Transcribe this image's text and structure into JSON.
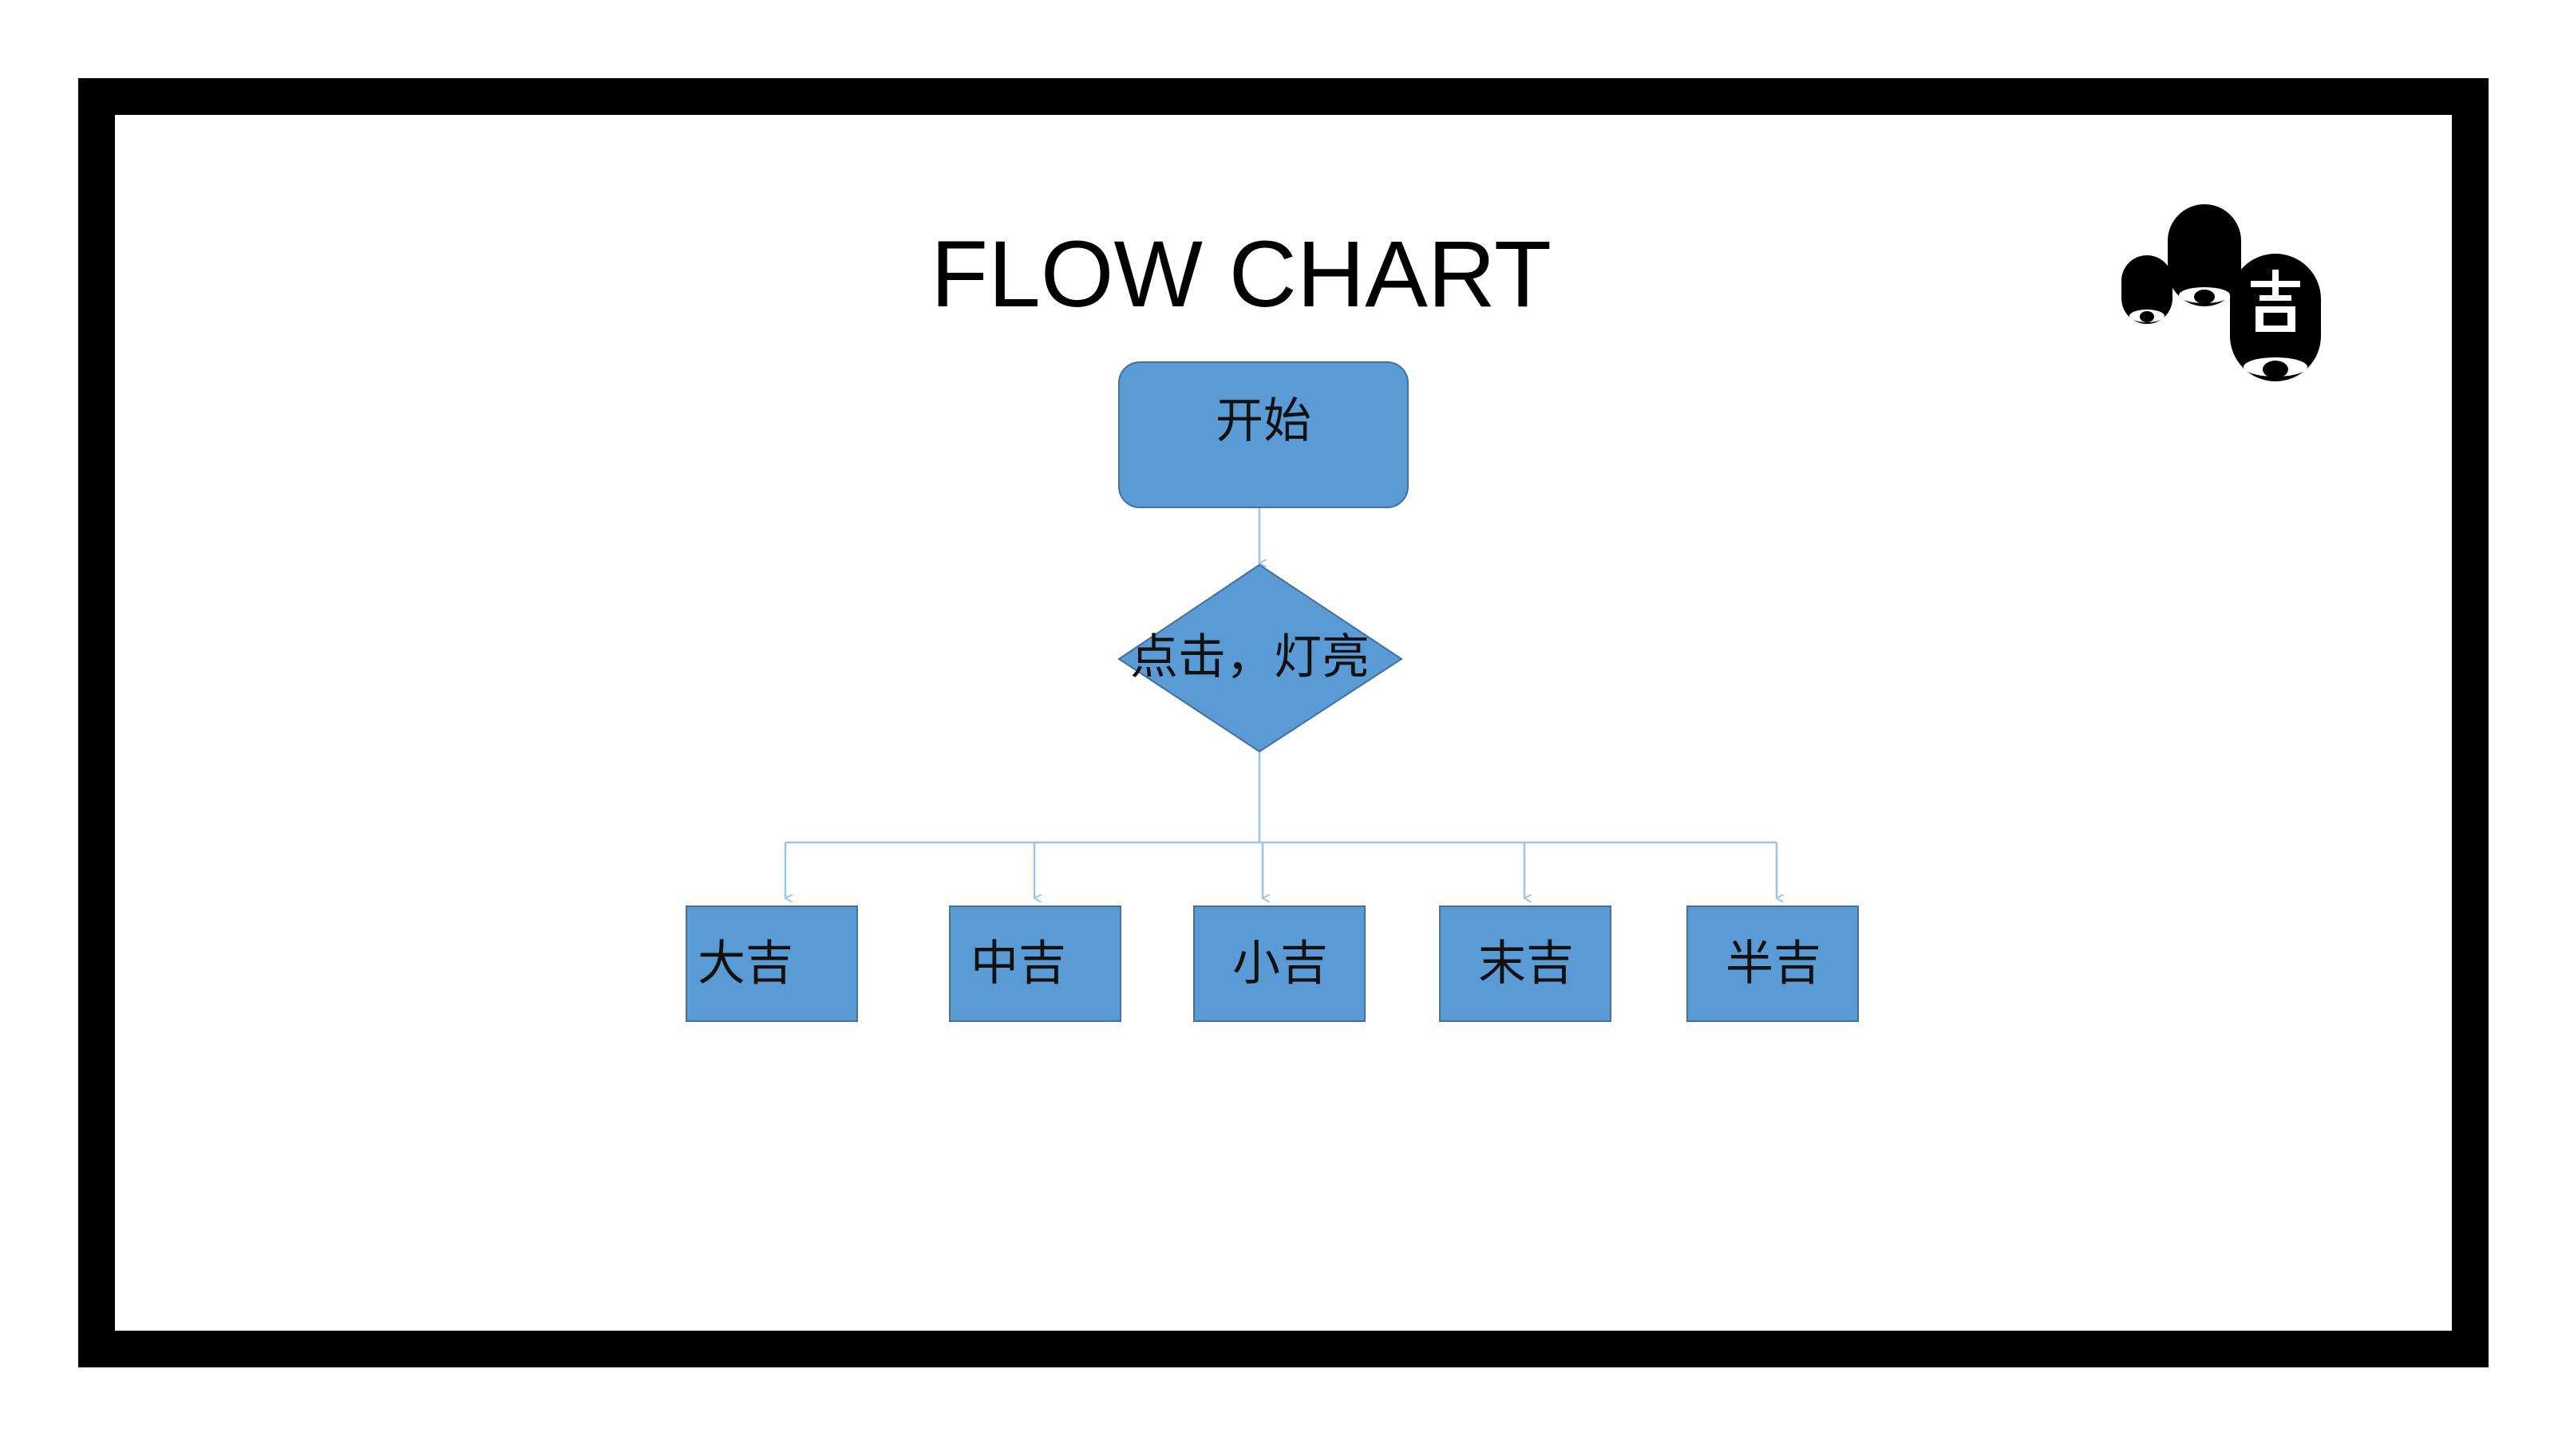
{
  "title": "FLOW CHART",
  "colors": {
    "frame": "#000000",
    "background": "#ffffff",
    "node_fill": "#5b9bd5",
    "node_stroke": "#41719c",
    "connector": "#9dc3e6",
    "text": "#111111"
  },
  "logo": {
    "icon": "three-capsule-logo-icon",
    "character": "吉"
  },
  "nodes": {
    "start": {
      "label": "开始",
      "shape": "rounded-rectangle"
    },
    "decision": {
      "label": "点击，灯亮",
      "shape": "diamond"
    },
    "outcomes": [
      {
        "label": "大吉",
        "shape": "rectangle"
      },
      {
        "label": "中吉",
        "shape": "rectangle"
      },
      {
        "label": "小吉",
        "shape": "rectangle"
      },
      {
        "label": "末吉",
        "shape": "rectangle"
      },
      {
        "label": "半吉",
        "shape": "rectangle"
      }
    ]
  },
  "edges": [
    {
      "from": "开始",
      "to": "点击，灯亮"
    },
    {
      "from": "点击，灯亮",
      "to": "大吉"
    },
    {
      "from": "点击，灯亮",
      "to": "中吉"
    },
    {
      "from": "点击，灯亮",
      "to": "小吉"
    },
    {
      "from": "点击，灯亮",
      "to": "末吉"
    },
    {
      "from": "点击，灯亮",
      "to": "半吉"
    }
  ]
}
